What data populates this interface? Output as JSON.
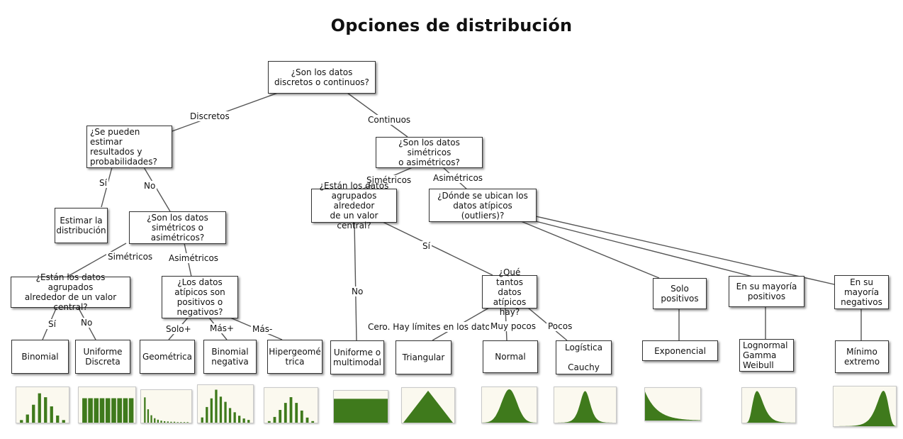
{
  "title": "Opciones de distribución",
  "nodes": {
    "root": "¿Son los datos\ndiscretos o continuos?",
    "discrete_q": "¿Se pueden estimar\nresultados y\nprobabilidades?",
    "estimate": "Estimar la\ndistribución",
    "discrete_sym": "¿Son los datos\nsimétricos o\nasimétricos?",
    "discrete_central": "¿Están los datos agrupados\nalrededor de un valor central?",
    "discrete_outliers": "¿Los datos\natípicos son\npositivos o\nnegativos?",
    "binomial": "Binomial",
    "uniform_discrete": "Uniforme\nDiscreta",
    "geometric": "Geométrica",
    "neg_binomial": "Binomial\nnegativa",
    "hypergeometric": "Hipergeomé\ntrica",
    "cont_sym": "¿Son los datos simétricos\no asimétricos?",
    "cont_central": "¿Están los datos\nagrupados alrededor\nde un valor central?",
    "cont_where": "¿Dónde se ubican los\ndatos atípicos (outliers)?",
    "how_many": "¿Qué tantos\ndatos\natípicos hay?",
    "uniform_multi": "Uniforme o\nmultimodal",
    "triangular": "Triangular",
    "normal": "Normal",
    "logistic": "Logística\n\nCauchy",
    "only_pos": "Solo\npositivos",
    "mostly_pos": "En su mayoría\npositivos",
    "mostly_neg": "En su\nmayoría\nnegativos",
    "exponential": "Exponencial",
    "lognormal": "Lognormal\nGamma\nWeibull",
    "min_extreme": "Mínimo\nextremo"
  },
  "edge_labels": {
    "discretos": "Discretos",
    "continuos": "Continuos",
    "si_1": "Sí",
    "no_1": "No",
    "simetricos_1": "Simétricos",
    "asimetricos_1": "Asimétricos",
    "si_2": "Sí",
    "no_2": "No",
    "solo_plus": "Solo+",
    "mas_plus": "Más+",
    "mas_minus": "Más-",
    "simetricos_2": "Simétricos",
    "asimetricos_2": "Asimétricos",
    "no_3": "No",
    "si_3": "Sí",
    "cero": "Cero. Hay límites en los datos",
    "muy_pocos": "Muy pocos",
    "pocos": "Pocos"
  },
  "thumbnails": [
    {
      "name": "binomial",
      "kind": "bars",
      "values": [
        0.08,
        0.25,
        0.55,
        0.9,
        0.78,
        0.5,
        0.22,
        0.08
      ]
    },
    {
      "name": "uniform-discrete",
      "kind": "bars",
      "values": [
        0.75,
        0.75,
        0.75,
        0.75,
        0.75,
        0.75,
        0.75,
        0.75,
        0.75
      ]
    },
    {
      "name": "geometric",
      "kind": "bars",
      "values": [
        0.85,
        0.45,
        0.25,
        0.15,
        0.1,
        0.07,
        0.05,
        0.04,
        0.03,
        0.03,
        0.02,
        0.02,
        0.02,
        0.02
      ]
    },
    {
      "name": "neg-binomial",
      "kind": "bars",
      "values": [
        0.15,
        0.45,
        0.7,
        0.95,
        0.75,
        0.6,
        0.42,
        0.3,
        0.2,
        0.12,
        0.08
      ]
    },
    {
      "name": "hypergeometric",
      "kind": "bars",
      "values": [
        0.05,
        0.18,
        0.4,
        0.62,
        0.8,
        0.62,
        0.38,
        0.16,
        0.05
      ]
    },
    {
      "name": "uniform",
      "kind": "uniform"
    },
    {
      "name": "triangular",
      "kind": "triangle"
    },
    {
      "name": "normal",
      "kind": "normal"
    },
    {
      "name": "logistic",
      "kind": "logistic"
    },
    {
      "name": "exponential",
      "kind": "exponential"
    },
    {
      "name": "lognormal",
      "kind": "lognormal"
    },
    {
      "name": "min-extreme",
      "kind": "minextreme"
    }
  ],
  "colors": {
    "fill": "#3f7a1c",
    "thumb_bg": "#fbf9ef",
    "edge": "#555555"
  }
}
